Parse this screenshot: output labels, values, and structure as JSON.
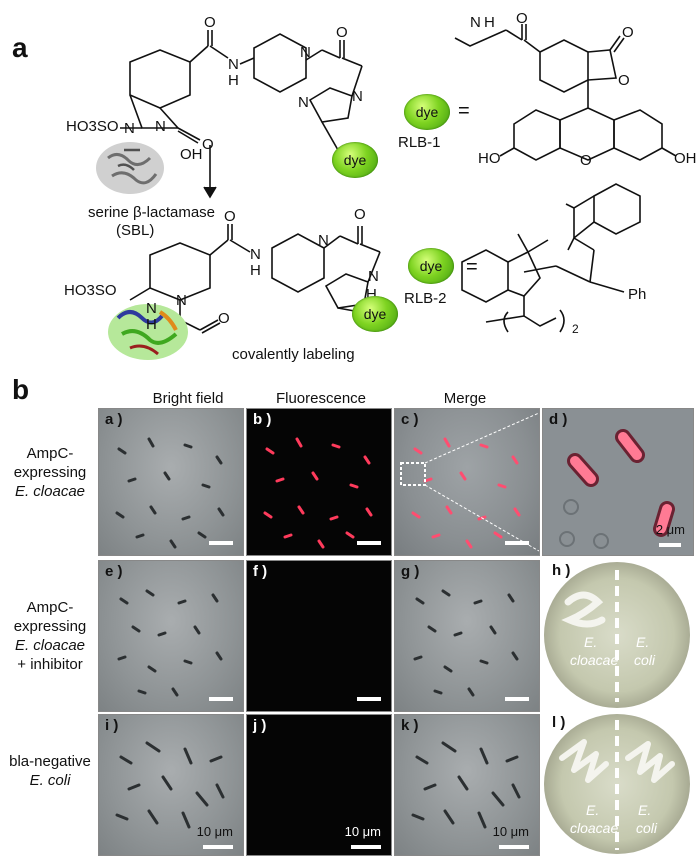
{
  "panel_a": {
    "letter": "a",
    "labels": {
      "dye": "dye",
      "equals": "=",
      "rlb1": "RLB-1",
      "rlb2": "RLB-2",
      "enzyme_line1": "serine β-lactamase",
      "enzyme_line2": "(SBL)",
      "covalent": "covalently labeling",
      "oh_enzyme": "OH",
      "ho3so_top": "HO3SO",
      "ho3so_bottom": "HO3SO",
      "ho_fluor": "HO",
      "oh_fluor": "OH",
      "ph": "Ph",
      "sub2": "2",
      "nh1": "N",
      "h1": "H",
      "nh2": "N",
      "h2": "H",
      "o_a": "O",
      "o_b": "O",
      "o_c": "O",
      "o_d": "O",
      "o_e": "O",
      "o_f": "O",
      "o_g": "O",
      "o_h": "O",
      "o_i": "O",
      "o_j": "O",
      "n_a": "N",
      "n_b": "N",
      "n_c": "N",
      "n_d": "N",
      "n_e": "N",
      "n_f": "N",
      "n_g": "N",
      "n_h": "N",
      "n_i": "N",
      "n_j": "N",
      "h_a": "H",
      "h_b": "H",
      "h_c": "H",
      "h_d": "H"
    }
  },
  "panel_b": {
    "letter": "b",
    "columns": [
      "Bright field",
      "Fluorescence",
      "Merge"
    ],
    "rows": [
      {
        "l1": "AmpC-",
        "l2": "expressing",
        "l3": "E. cloacae",
        "l4": ""
      },
      {
        "l1": "AmpC-",
        "l2": "expressing",
        "l3": "E. cloacae",
        "l4": "+ inhibitor"
      },
      {
        "l1": "bla-negative",
        "l2": "E. coli",
        "l3": "",
        "l4": ""
      }
    ],
    "cells": {
      "a": "a )",
      "b": "b )",
      "c": "c )",
      "d": "d )",
      "e": "e )",
      "f": "f )",
      "g": "g )",
      "h": "h )",
      "i": "i )",
      "j": "j )",
      "k": "k )",
      "l": "l )"
    },
    "scale_2um": "2 μm",
    "scale_10um": "10 μm",
    "plate_h": {
      "left1": "E.",
      "left2": "cloacae",
      "right1": "E.",
      "right2": "coli"
    },
    "plate_l": {
      "left1": "E.",
      "left2": "cloacae",
      "right1": "E.",
      "right2": "coli"
    }
  },
  "colors": {
    "dye_green": "#7ed321",
    "fluor_red": "#ff3b5c",
    "scalebar": "#ffffff"
  }
}
